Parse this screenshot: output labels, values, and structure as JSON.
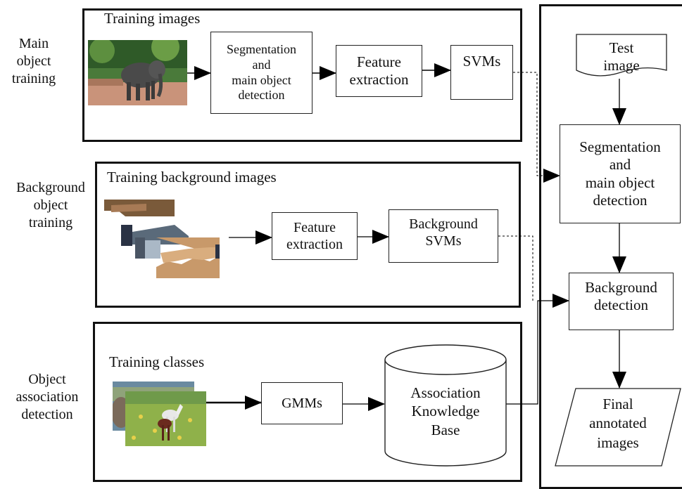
{
  "rows": {
    "main": {
      "label": [
        "Main",
        "object",
        "training"
      ],
      "title": "Training images"
    },
    "background": {
      "label": [
        "Background",
        "object",
        "training"
      ],
      "title": "Training background images"
    },
    "association": {
      "label": [
        "Object",
        "association",
        "detection"
      ],
      "title": "Training classes"
    }
  },
  "boxes": {
    "seg_main": [
      "Segmentation",
      "and",
      "main object",
      "detection"
    ],
    "feat_main": [
      "Feature",
      "extraction"
    ],
    "svms": [
      "SVMs"
    ],
    "feat_bg": [
      "Feature",
      "extraction"
    ],
    "bg_svms": [
      "Background",
      "SVMs"
    ],
    "gmms": [
      "GMMs"
    ],
    "akb": [
      "Association",
      "Knowledge",
      "Base"
    ]
  },
  "test": {
    "test_image": [
      "Test",
      "image"
    ],
    "seg": [
      "Segmentation",
      "and",
      "main object",
      "detection"
    ],
    "bg_detect": [
      "Background",
      "detection"
    ],
    "final": [
      "Final",
      "annotated",
      "images"
    ]
  },
  "icons": [
    "elephant-photo",
    "background-patches-photo",
    "horses-photo"
  ]
}
